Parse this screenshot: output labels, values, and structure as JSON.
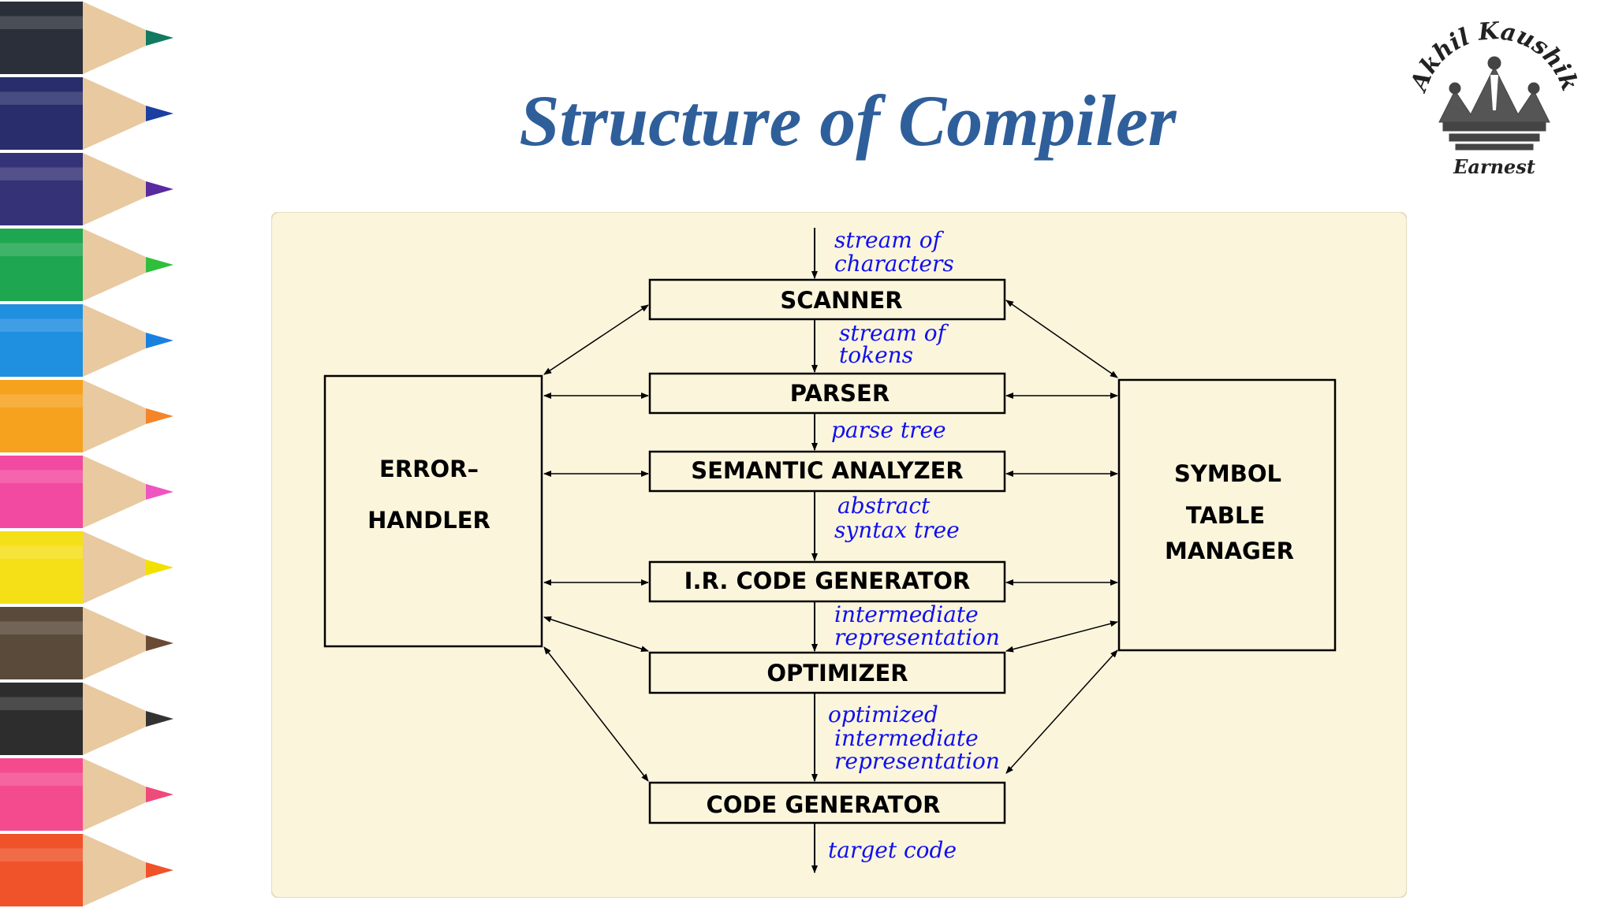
{
  "slide": {
    "title": "Structure of Compiler"
  },
  "logo": {
    "top_text": "Akhil Kaushik",
    "bottom_text": "Earnest",
    "icon": "crown-icon"
  },
  "decoration": {
    "icon": "colored-pencils",
    "pencil_colors": [
      "#2b2f3a",
      "#2a2d6b",
      "#353277",
      "#1fa650",
      "#1f8fe0",
      "#f6a21e",
      "#f24aa0",
      "#f5e018",
      "#5a4a3a",
      "#2d2d2d",
      "#f44b8f",
      "#f0522a"
    ],
    "tip_colors": [
      "#117a60",
      "#1b3ea0",
      "#5a2aa0",
      "#2fbf3a",
      "#1a80e0",
      "#f5852a",
      "#ee55c0",
      "#f2e000",
      "#6a4a35",
      "#333333",
      "#ee4a7a",
      "#f0522a"
    ]
  },
  "diagram": {
    "background": "#fbf5dc",
    "boxes": {
      "scanner": "SCANNER",
      "parser": "PARSER",
      "semantic_analyzer": "SEMANTIC ANALYZER",
      "ir_code_generator": "I.R. CODE GENERATOR",
      "optimizer": "OPTIMIZER",
      "code_generator": "CODE GENERATOR",
      "error_handler_line1": "ERROR–",
      "error_handler_line2": "HANDLER",
      "symbol_table_line1": "SYMBOL",
      "symbol_table_line2": "TABLE",
      "symbol_table_line3": "MANAGER"
    },
    "flow_labels": {
      "input_line1": "stream of",
      "input_line2": "characters",
      "tokens_line1": "stream of",
      "tokens_line2": "tokens",
      "parse_tree": "parse tree",
      "ast_line1": "abstract",
      "ast_line2": "syntax tree",
      "ir_line1": "intermediate",
      "ir_line2": "representation",
      "opt_line1": "optimized",
      "opt_line2": "intermediate",
      "opt_line3": "representation",
      "output": "target code"
    }
  }
}
